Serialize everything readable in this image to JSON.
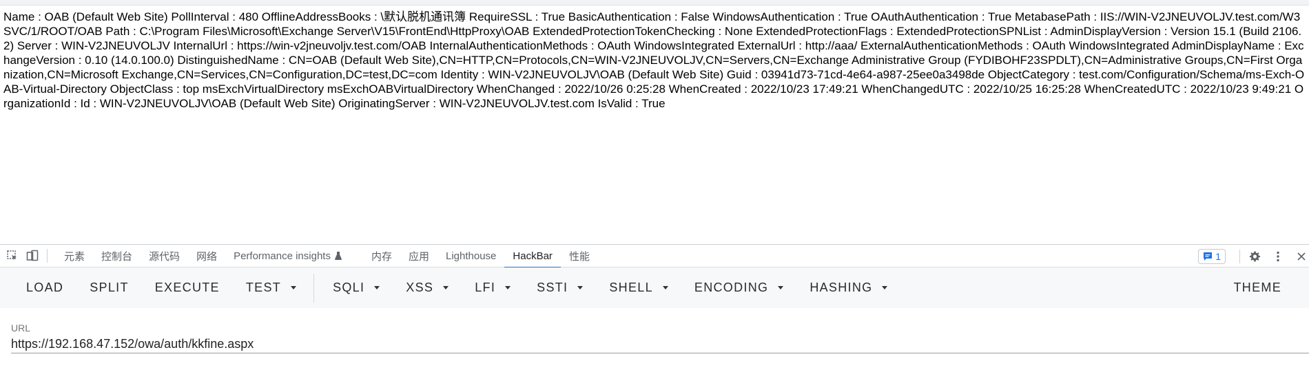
{
  "page": {
    "content_text": "Name : OAB (Default Web Site) PollInterval : 480 OfflineAddressBooks : \\默认脱机通讯簿 RequireSSL : True BasicAuthentication : False WindowsAuthentication : True OAuthAuthentication : True MetabasePath : IIS://WIN-V2JNEUVOLJV.test.com/W3SVC/1/ROOT/OAB Path : C:\\Program Files\\Microsoft\\Exchange Server\\V15\\FrontEnd\\HttpProxy\\OAB ExtendedProtectionTokenChecking : None ExtendedProtectionFlags : ExtendedProtectionSPNList : AdminDisplayVersion : Version 15.1 (Build 2106.2) Server : WIN-V2JNEUVOLJV InternalUrl : https://win-v2jneuvoljv.test.com/OAB InternalAuthenticationMethods : OAuth WindowsIntegrated ExternalUrl : http://aaa/ ExternalAuthenticationMethods : OAuth WindowsIntegrated AdminDisplayName : ExchangeVersion : 0.10 (14.0.100.0) DistinguishedName : CN=OAB (Default Web Site),CN=HTTP,CN=Protocols,CN=WIN-V2JNEUVOLJV,CN=Servers,CN=Exchange Administrative Group (FYDIBOHF23SPDLT),CN=Administrative Groups,CN=First Organization,CN=Microsoft Exchange,CN=Services,CN=Configuration,DC=test,DC=com Identity : WIN-V2JNEUVOLJV\\OAB (Default Web Site) Guid : 03941d73-71cd-4e64-a987-25ee0a3498de ObjectCategory : test.com/Configuration/Schema/ms-Exch-OAB-Virtual-Directory ObjectClass : top msExchVirtualDirectory msExchOABVirtualDirectory WhenChanged : 2022/10/26 0:25:28 WhenCreated : 2022/10/23 17:49:21 WhenChangedUTC : 2022/10/25 16:25:28 WhenCreatedUTC : 2022/10/23 9:49:21 OrganizationId : Id : WIN-V2JNEUVOLJV\\OAB (Default Web Site) OriginatingServer : WIN-V2JNEUVOLJV.test.com IsValid : True"
  },
  "devtools": {
    "tabs": [
      {
        "label": "元素"
      },
      {
        "label": "控制台"
      },
      {
        "label": "源代码"
      },
      {
        "label": "网络"
      },
      {
        "label": "Performance insights"
      },
      {
        "label": "内存"
      },
      {
        "label": "应用"
      },
      {
        "label": "Lighthouse"
      },
      {
        "label": "HackBar"
      },
      {
        "label": "性能"
      }
    ],
    "active_tab": "HackBar",
    "issues_count": "1",
    "icons": [
      "inspect-element-icon",
      "device-toolbar-icon",
      "flask-icon",
      "issues-icon",
      "settings-gear-icon",
      "more-vertical-icon",
      "close-icon"
    ],
    "accent_color": "#1a73e8"
  },
  "hackbar": {
    "buttons": [
      {
        "label": "LOAD",
        "dropdown": false
      },
      {
        "label": "SPLIT",
        "dropdown": false
      },
      {
        "label": "EXECUTE",
        "dropdown": false
      },
      {
        "label": "TEST",
        "dropdown": true
      },
      {
        "label": "SQLI",
        "dropdown": true
      },
      {
        "label": "XSS",
        "dropdown": true
      },
      {
        "label": "LFI",
        "dropdown": true
      },
      {
        "label": "SSTI",
        "dropdown": true
      },
      {
        "label": "SHELL",
        "dropdown": true
      },
      {
        "label": "ENCODING",
        "dropdown": true
      },
      {
        "label": "HASHING",
        "dropdown": true
      }
    ],
    "theme_label": "THEME",
    "url_label": "URL",
    "url_value": "https://192.168.47.152/owa/auth/kkfine.aspx"
  }
}
